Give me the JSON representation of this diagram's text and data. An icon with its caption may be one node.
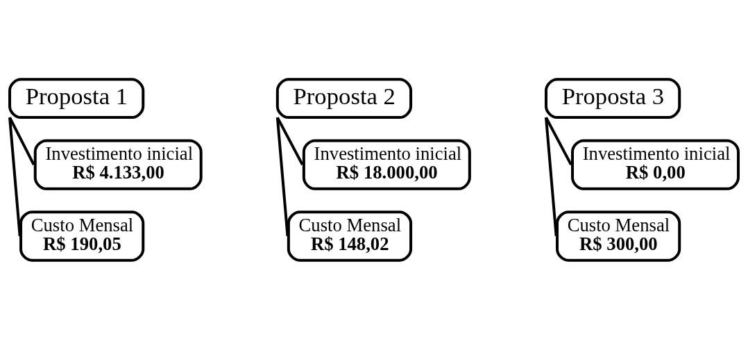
{
  "diagram": {
    "nodes": [
      {
        "text": [
          "Proposta 1"
        ]
      },
      {
        "text": [
          "Investimento inicial",
          "R$ 4.133,00"
        ]
      },
      {
        "text": [
          "Custo Mensal",
          "R$ 190,05"
        ]
      },
      {
        "text": [
          "Proposta 2"
        ]
      },
      {
        "text": [
          "Investimento inicial",
          "R$ 18.000,00"
        ]
      },
      {
        "text": [
          "Custo Mensal",
          "R$ 148,02"
        ]
      },
      {
        "text": [
          "Proposta 3"
        ]
      },
      {
        "text": [
          "Investimento inicial",
          "R$ 0,00"
        ]
      },
      {
        "text": [
          "Custo Mensal",
          "R$ 300,00"
        ]
      }
    ],
    "edges": [
      {
        "from": 0,
        "to": 1,
        "arrow": "none"
      },
      {
        "from": 0,
        "to": 2,
        "arrow": "none"
      },
      {
        "from": 3,
        "to": 4,
        "arrow": "none"
      },
      {
        "from": 3,
        "to": 5,
        "arrow": "none"
      },
      {
        "from": 6,
        "to": 7,
        "arrow": "none"
      },
      {
        "from": 6,
        "to": 8,
        "arrow": "none"
      }
    ]
  }
}
